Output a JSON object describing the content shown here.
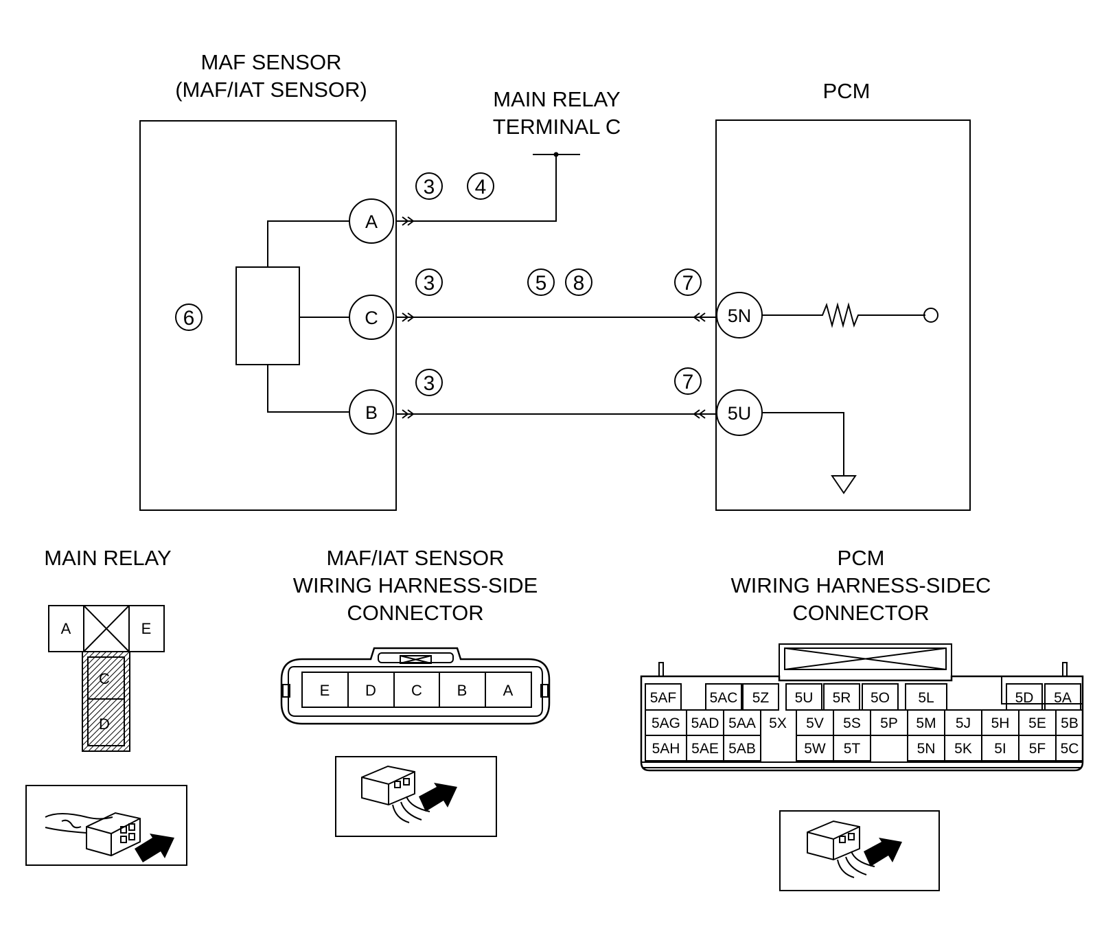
{
  "titles": {
    "maf_sensor_line1": "MAF SENSOR",
    "maf_sensor_line2": "(MAF/IAT SENSOR)",
    "main_relay_line1": "MAIN RELAY",
    "main_relay_line2": "TERMINAL C",
    "pcm": "PCM",
    "main_relay_connector": "MAIN RELAY",
    "maf_connector_line1": "MAF/IAT SENSOR",
    "maf_connector_line2": "WIRING HARNESS-SIDE",
    "maf_connector_line3": "CONNECTOR",
    "pcm_connector_line1": "PCM",
    "pcm_connector_line2": "WIRING HARNESS-SIDEC",
    "pcm_connector_line3": "CONNECTOR"
  },
  "terminals": {
    "maf_a": "A",
    "maf_c": "C",
    "maf_b": "B",
    "pcm_5n": "5N",
    "pcm_5u": "5U"
  },
  "callouts": {
    "c3_a": "3",
    "c4": "4",
    "c3_c": "3",
    "c5": "5",
    "c8": "8",
    "c7_c": "7",
    "c3_b": "3",
    "c7_b": "7",
    "c6": "6"
  },
  "main_relay_pins": [
    "A",
    "E",
    "C",
    "D"
  ],
  "maf_connector_pins": [
    "E",
    "D",
    "C",
    "B",
    "A"
  ],
  "pcm_connector_pins": {
    "row1": [
      "5AF",
      "5AC",
      "5Z",
      "5U",
      "5R",
      "5O",
      "5L",
      "5D",
      "5A"
    ],
    "row2": [
      "5AG",
      "5AD",
      "5AA",
      "5X",
      "5V",
      "5S",
      "5P",
      "5M",
      "5J",
      "5H",
      "5E",
      "5B"
    ],
    "row3": [
      "5AH",
      "5AE",
      "5AB",
      "5W",
      "5T",
      "5N",
      "5K",
      "5I",
      "5F",
      "5C"
    ]
  }
}
